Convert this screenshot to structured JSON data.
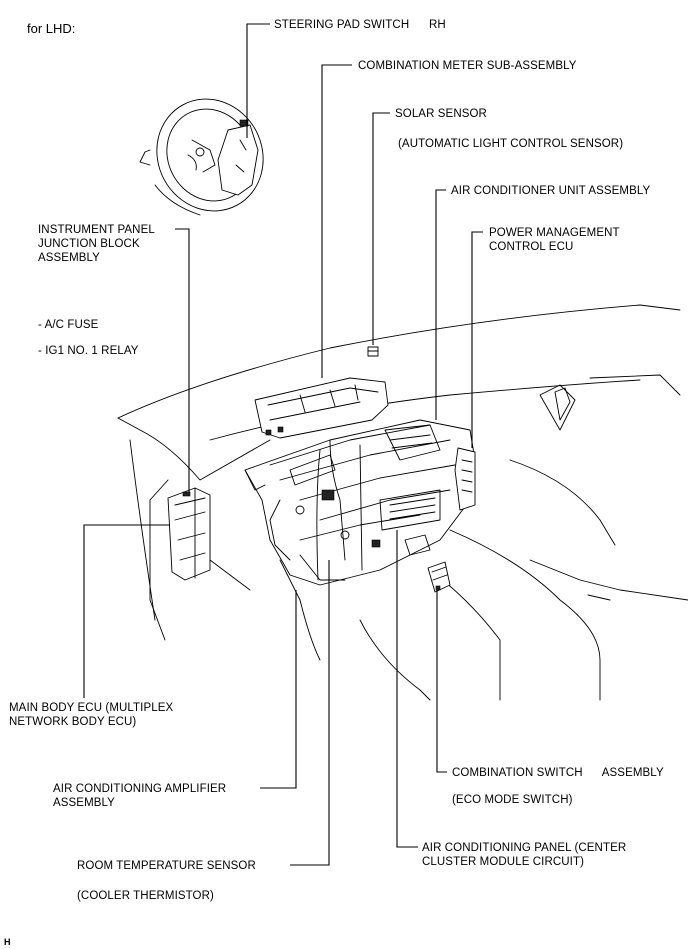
{
  "header": {
    "variant": "for LHD:"
  },
  "corner_mark": "H",
  "labels": {
    "steering_pad_switch": "STEERING PAD SWITCH      RH",
    "combination_meter": "COMBINATION METER SUB-ASSEMBLY",
    "solar_sensor": "SOLAR SENSOR",
    "solar_sensor_note": "(AUTOMATIC LIGHT CONTROL SENSOR)",
    "ac_unit": "AIR CONDITIONER UNIT ASSEMBLY",
    "power_mgmt_ecu": "POWER MANAGEMENT\nCONTROL ECU",
    "instrument_panel_jb": "INSTRUMENT PANEL\nJUNCTION BLOCK\nASSEMBLY",
    "ac_fuse": "- A/C FUSE",
    "ig1_relay": "- IG1 NO. 1 RELAY",
    "main_body_ecu": "MAIN BODY ECU (MULTIPLEX\nNETWORK BODY ECU)",
    "ac_amplifier": "AIR CONDITIONING AMPLIFIER\nASSEMBLY",
    "combination_switch": "COMBINATION SWITCH      ASSEMBLY",
    "eco_mode_switch": "(ECO MODE SWITCH)",
    "ac_panel": "AIR CONDITIONING PANEL (CENTER\nCLUSTER MODULE CIRCUIT)",
    "room_temp_sensor": "ROOM TEMPERATURE SENSOR",
    "cooler_thermistor": "(COOLER THERMISTOR)"
  }
}
